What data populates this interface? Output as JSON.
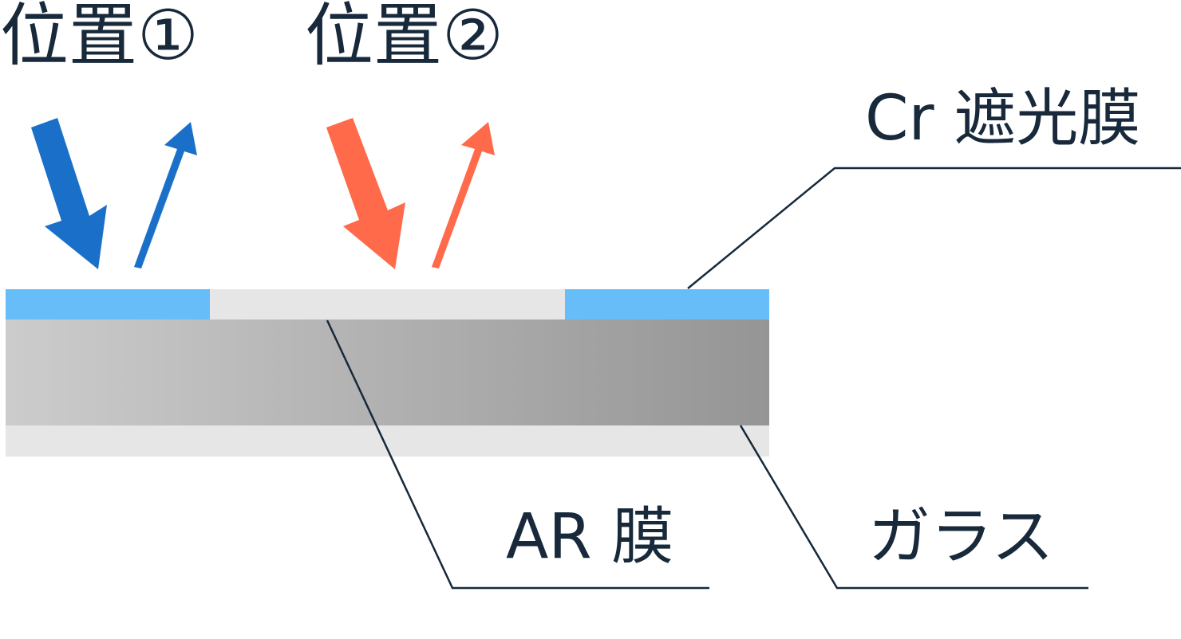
{
  "labels": {
    "position_1": "位置①",
    "position_2": "位置②",
    "cr_film": "Cr 遮光膜",
    "ar_film": "AR 膜",
    "glass": "ガラス"
  },
  "colors": {
    "arrow_blue": "#1a70c9",
    "arrow_red": "#ff6a4b",
    "cr_layer": "#66bdf8",
    "ar_layer": "#e6e6e6",
    "glass_light": "#cccccc",
    "glass_dark": "#959595",
    "leader_line": "#17293a",
    "text": "#17293a"
  }
}
